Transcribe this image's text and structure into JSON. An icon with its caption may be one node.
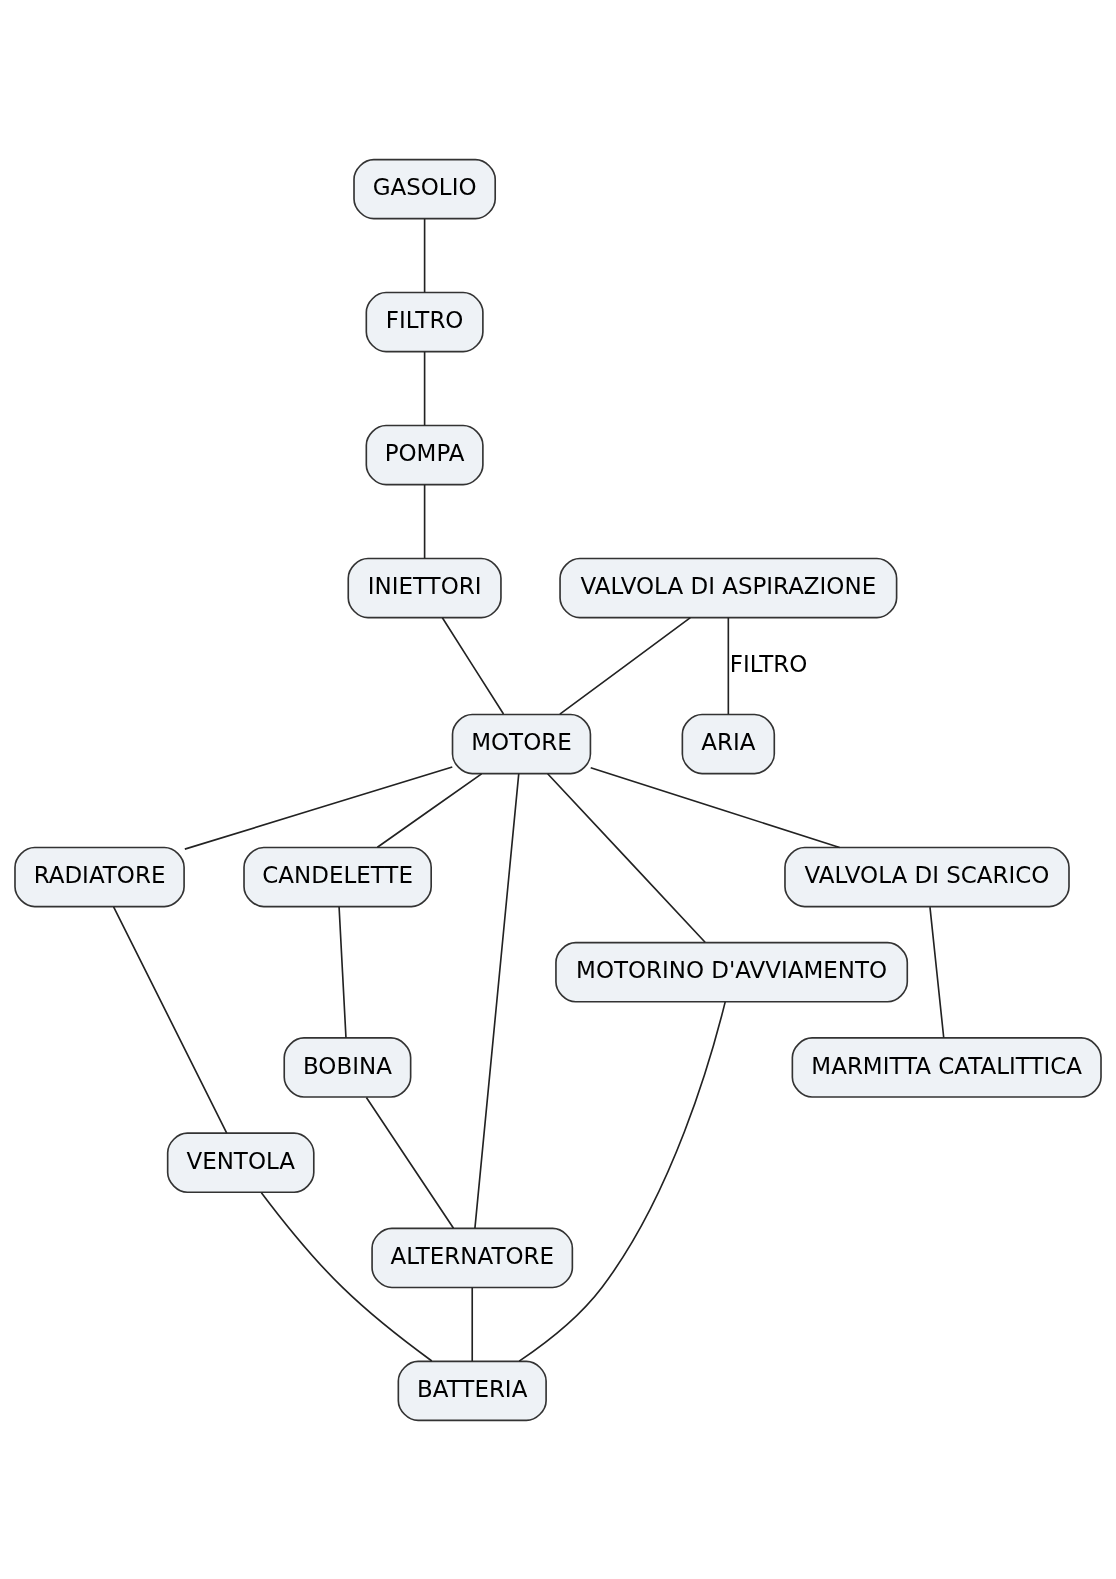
{
  "diagram": {
    "nodes": [
      {
        "text": [
          "GASOLIO"
        ]
      },
      {
        "text": [
          "FILTRO"
        ]
      },
      {
        "text": [
          "POMPA"
        ]
      },
      {
        "text": [
          "INIETTORI"
        ]
      },
      {
        "text": [
          "CANDELETTE"
        ]
      },
      {
        "text": [
          "BOBINA"
        ]
      },
      {
        "text": [
          "RADIATORE"
        ]
      },
      {
        "text": [
          "VENTOLA"
        ]
      },
      {
        "text": [
          "ALTERNATORE"
        ]
      },
      {
        "text": [
          "VALVOLA DI ASPIRAZIONE"
        ]
      },
      {
        "text": [
          "MOTORE"
        ]
      },
      {
        "text": [
          "BATTERIA"
        ]
      },
      {
        "text": [
          "MOTORINO D'AVVIAMENTO"
        ]
      },
      {
        "text": [
          "ARIA"
        ]
      },
      {
        "text": [
          "VALVOLA DI SCARICO"
        ]
      },
      {
        "text": [
          "MARMITTA CATALITTICA"
        ]
      }
    ],
    "edges": [
      {
        "from": 0,
        "to": 1,
        "arrow": "none"
      },
      {
        "from": 1,
        "to": 2,
        "arrow": "none"
      },
      {
        "from": 2,
        "to": 3,
        "arrow": "none"
      },
      {
        "from": 3,
        "to": 10,
        "arrow": "none"
      },
      {
        "from": 4,
        "to": 5,
        "arrow": "none"
      },
      {
        "from": 10,
        "to": 4,
        "arrow": "none"
      },
      {
        "from": 6,
        "to": 7,
        "arrow": "none"
      },
      {
        "from": 10,
        "to": 6,
        "arrow": "none"
      },
      {
        "from": 10,
        "to": 8,
        "arrow": "none"
      },
      {
        "from": 5,
        "to": 8,
        "arrow": "none"
      },
      {
        "from": 7,
        "to": 11,
        "arrow": "none"
      },
      {
        "from": 8,
        "to": 11,
        "arrow": "none"
      },
      {
        "from": 9,
        "to": 10,
        "arrow": "none"
      },
      {
        "from": 9,
        "to": 13,
        "label": "FILTRO",
        "arrow": "none"
      },
      {
        "from": 10,
        "to": 12,
        "arrow": "none"
      },
      {
        "from": 12,
        "to": 11,
        "arrow": "none"
      },
      {
        "from": 10,
        "to": 14,
        "arrow": "none"
      },
      {
        "from": 14,
        "to": 15,
        "arrow": "none"
      }
    ]
  }
}
